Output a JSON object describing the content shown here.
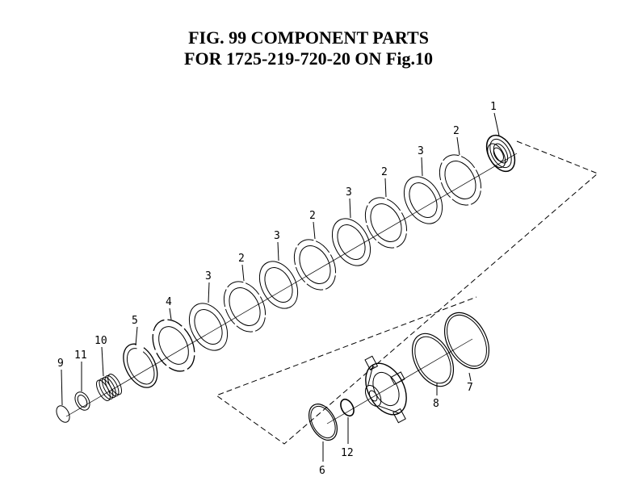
{
  "title": {
    "line1": "FIG. 99  COMPONENT PARTS",
    "line2": "FOR 1725-219-720-20 ON Fig.10"
  },
  "callouts": [
    "1",
    "2",
    "3",
    "2",
    "3",
    "2",
    "3",
    "2",
    "3",
    "4",
    "5",
    "10",
    "11",
    "9",
    "8",
    "7",
    "12",
    "6"
  ]
}
